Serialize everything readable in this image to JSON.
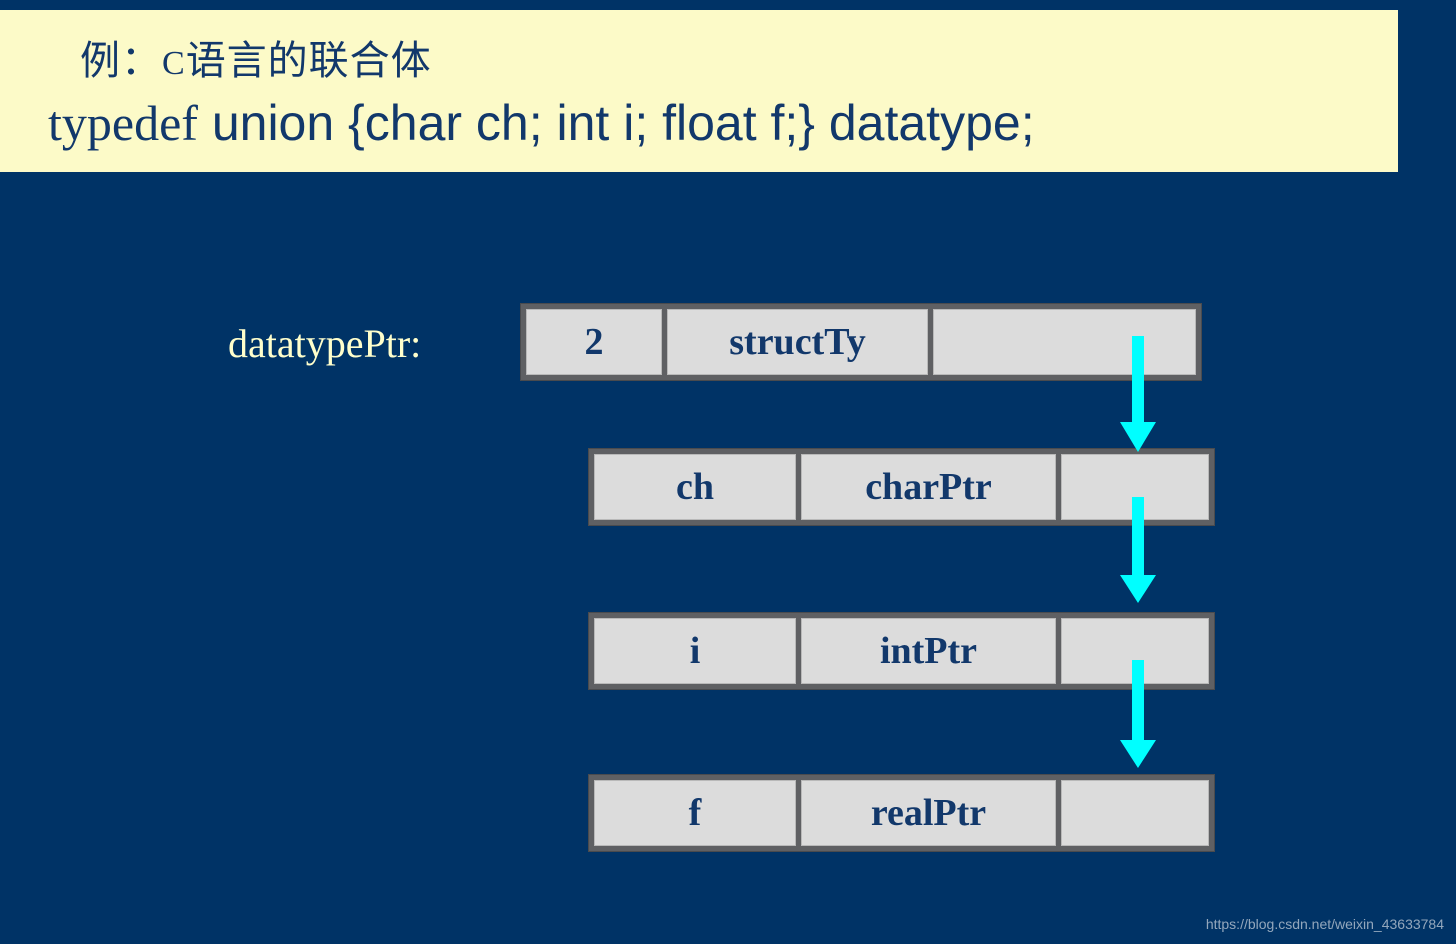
{
  "slide": {
    "background_color": "#003366",
    "banner_color": "#FCFAC8",
    "text_color": "#12386B",
    "label_color": "#FFFFCC",
    "arrow_color": "#00FFFF",
    "cell_fill": "#DCDCDC",
    "cell_frame": "#5F6063"
  },
  "header": {
    "line1_prefix": "例：",
    "line1_latin": "C",
    "line1_suffix": "语言的联合体",
    "line2_serif": "typedef",
    "line2_sans": " union {char ch; int i; float f;}  datatype;"
  },
  "diagram": {
    "root_label": "datatypePtr:",
    "rows": [
      {
        "name": "header-record",
        "cells": [
          {
            "name": "count-cell",
            "text": "2"
          },
          {
            "name": "type-cell",
            "text": "structTy"
          },
          {
            "name": "pointer-cell",
            "text": ""
          }
        ]
      },
      {
        "name": "char-record",
        "cells": [
          {
            "name": "field-name-cell",
            "text": "ch"
          },
          {
            "name": "field-type-cell",
            "text": "charPtr"
          },
          {
            "name": "pointer-cell",
            "text": ""
          }
        ]
      },
      {
        "name": "int-record",
        "cells": [
          {
            "name": "field-name-cell",
            "text": "i"
          },
          {
            "name": "field-type-cell",
            "text": "intPtr"
          },
          {
            "name": "pointer-cell",
            "text": ""
          }
        ]
      },
      {
        "name": "float-record",
        "cells": [
          {
            "name": "field-name-cell",
            "text": "f"
          },
          {
            "name": "field-type-cell",
            "text": "realPtr"
          },
          {
            "name": "pointer-cell",
            "text": ""
          }
        ]
      }
    ],
    "arrows": [
      {
        "name": "arrow-header-to-char"
      },
      {
        "name": "arrow-char-to-int"
      },
      {
        "name": "arrow-int-to-float"
      }
    ]
  },
  "watermark": {
    "text": "https://blog.csdn.net/weixin_43633784"
  }
}
